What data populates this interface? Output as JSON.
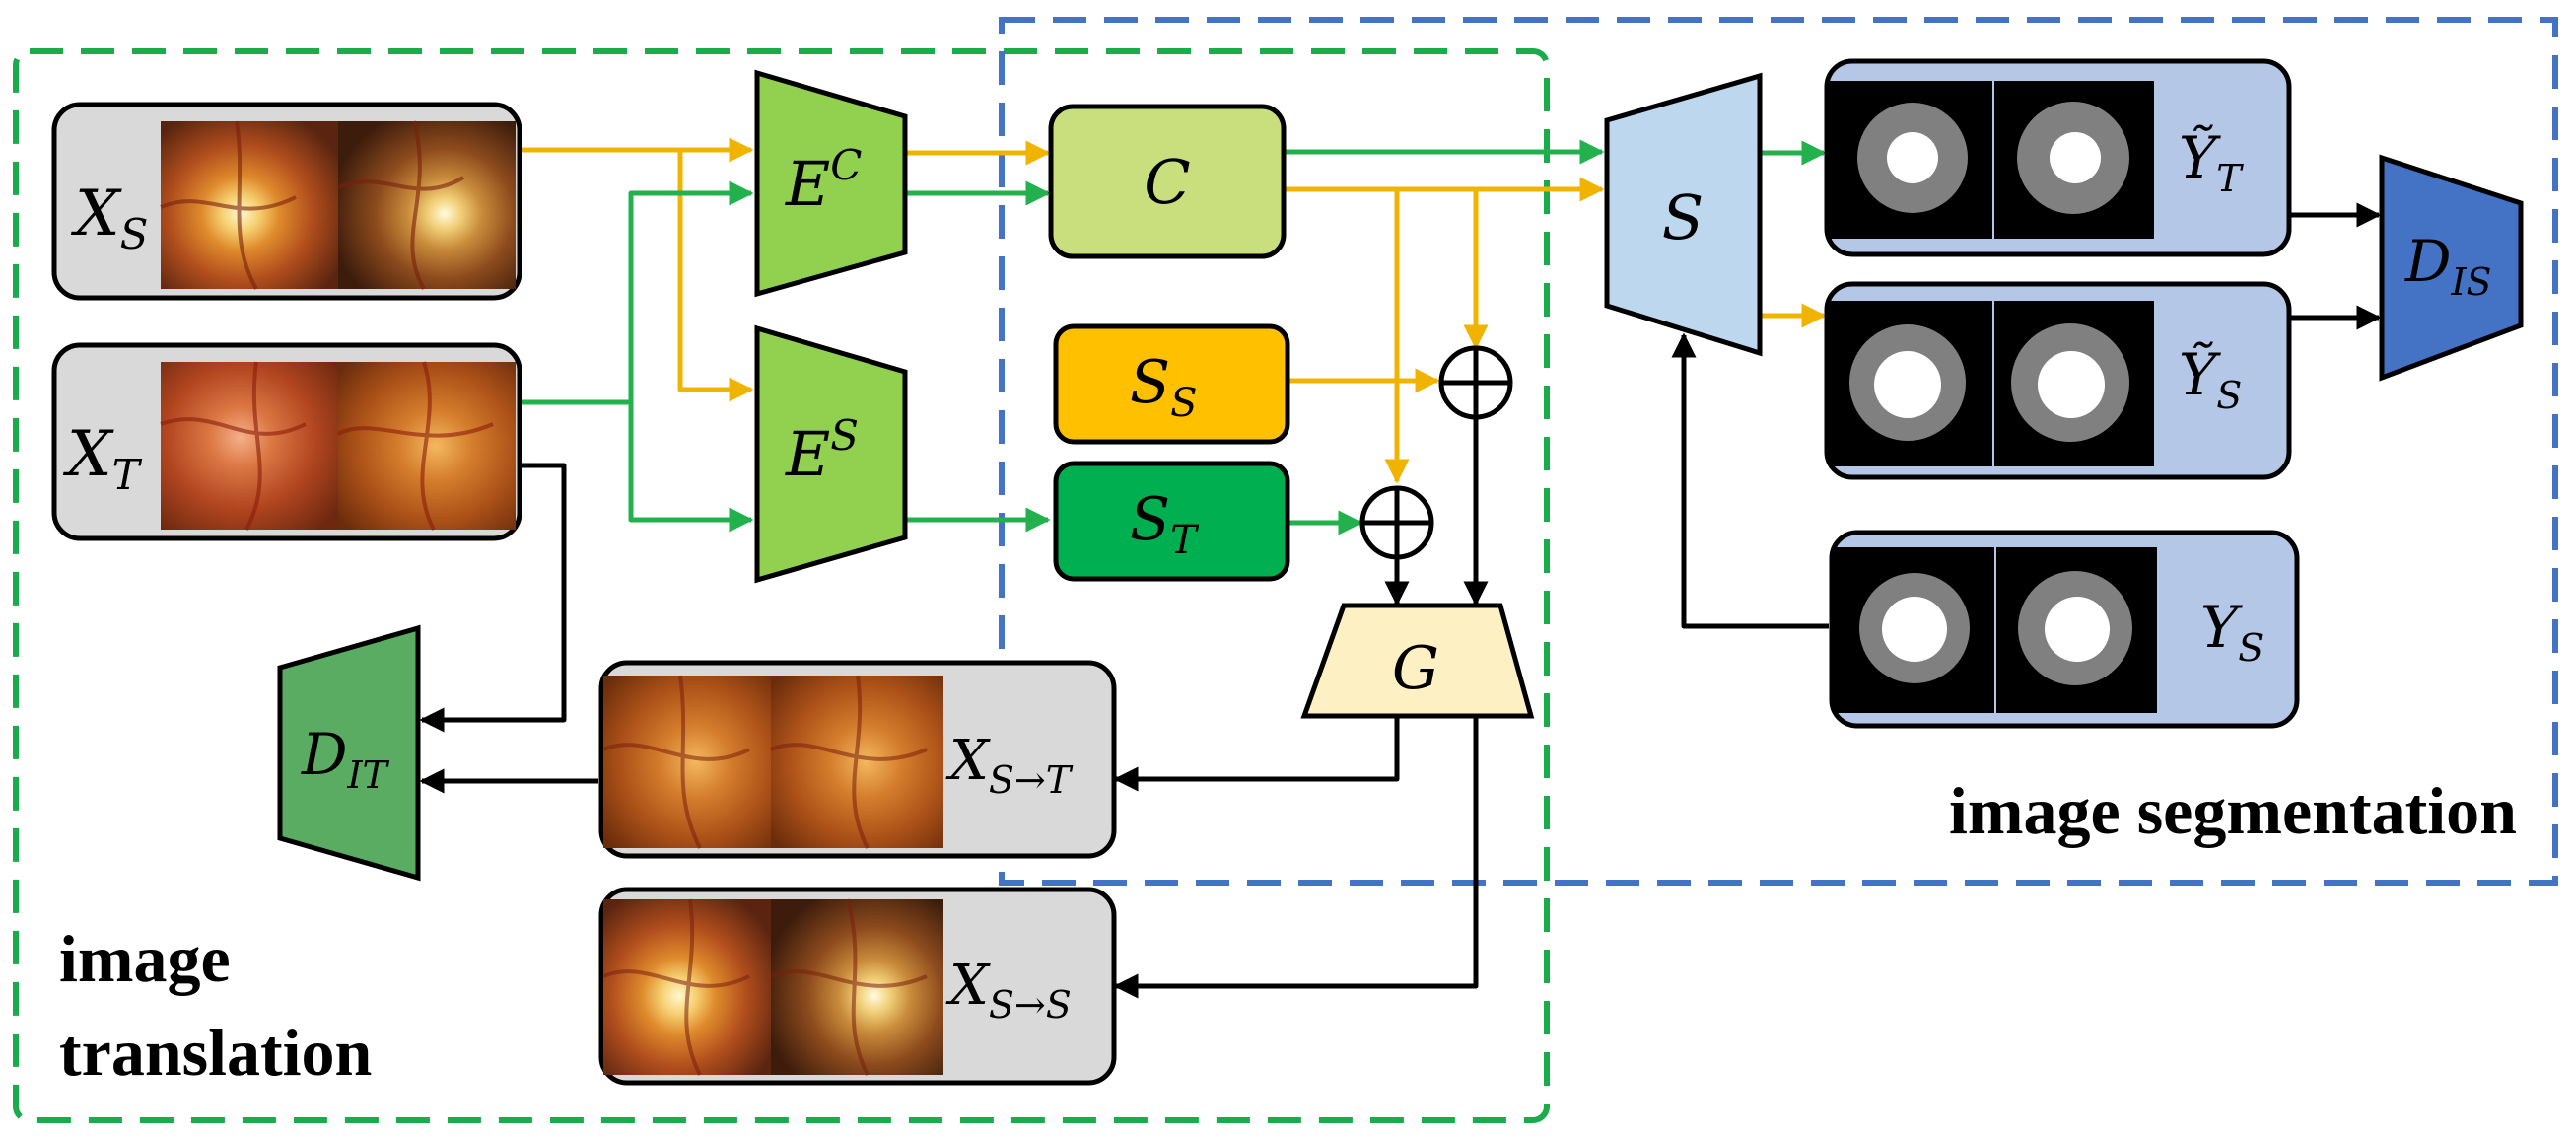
{
  "colors": {
    "green_region": "#1aab4b",
    "blue_region": "#4472c4",
    "source_flow": "#f0b400",
    "target_flow": "#22b14c",
    "black_flow": "#000000",
    "encoder_fill": "#92d050",
    "content_fill": "#c9df7e",
    "style_source_fill": "#ffc000",
    "style_target_fill": "#00b050",
    "generator_fill": "#fdf0c2",
    "segmenter_fill": "#bdd7ee",
    "disc_image_fill": "#5aac62",
    "disc_seg_fill": "#4472c4",
    "image_card_fill": "#d9d9d9",
    "mask_card_fill": "#b4c7e7"
  },
  "regions": {
    "translation_label_line1": "image",
    "translation_label_line2": "translation",
    "segmentation_label": "image segmentation"
  },
  "nodes": {
    "xs": "X",
    "xs_sub": "S",
    "xt": "X",
    "xt_sub": "T",
    "ec": "E",
    "ec_sup": "C",
    "es": "E",
    "es_sup": "S",
    "c": "C",
    "ss": "S",
    "ss_sub": "S",
    "st": "S",
    "st_sub": "T",
    "g": "G",
    "s": "S",
    "dit": "D",
    "dit_sub": "IT",
    "dis": "D",
    "dis_sub": "IS",
    "xst": "X",
    "xst_sub": "S→T",
    "xss": "X",
    "xss_sub": "S→S",
    "ys_tilde_t": "Ỹ",
    "ys_tilde_t_sub": "T",
    "ys_tilde_s": "Ỹ",
    "ys_tilde_s_sub": "S",
    "ys": "Y",
    "ys_sub": "S",
    "plus_symbol": "+"
  }
}
